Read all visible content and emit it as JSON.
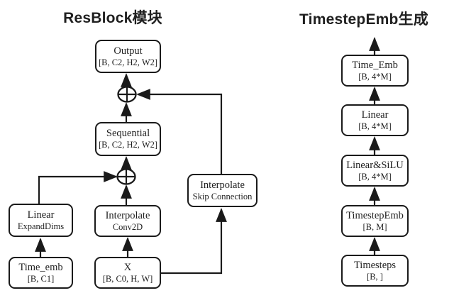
{
  "colors": {
    "line": "#1a1a1a",
    "background": "#ffffff",
    "text": "#1f1f1f"
  },
  "left": {
    "title": "ResBlock模块",
    "nodes": {
      "output": {
        "label": "Output",
        "sub": "[B, C2, H2, W2]"
      },
      "sequential": {
        "label": "Sequential",
        "sub": "[B, C2, H2, W2]"
      },
      "linear_expanddims": {
        "label": "Linear",
        "sub": "ExpandDims"
      },
      "interpolate_conv": {
        "label": "Interpolate",
        "sub": "Conv2D"
      },
      "interpolate_skip": {
        "label": "Interpolate",
        "sub": "Skip Connection"
      },
      "time_emb": {
        "label": "Time_emb",
        "sub": "[B, C1]"
      },
      "x_input": {
        "label": "X",
        "sub": "[B, C0, H, W]"
      }
    }
  },
  "right": {
    "title": "TimestepEmb生成",
    "nodes": [
      {
        "label": "Time_Emb",
        "sub": "[B, 4*M]"
      },
      {
        "label": "Linear",
        "sub": "[B, 4*M]"
      },
      {
        "label": "Linear&SiLU",
        "sub": "[B, 4*M]"
      },
      {
        "label": "TimestepEmb",
        "sub": "[B, M]"
      },
      {
        "label": "Timesteps",
        "sub": "[B, ]"
      }
    ]
  }
}
